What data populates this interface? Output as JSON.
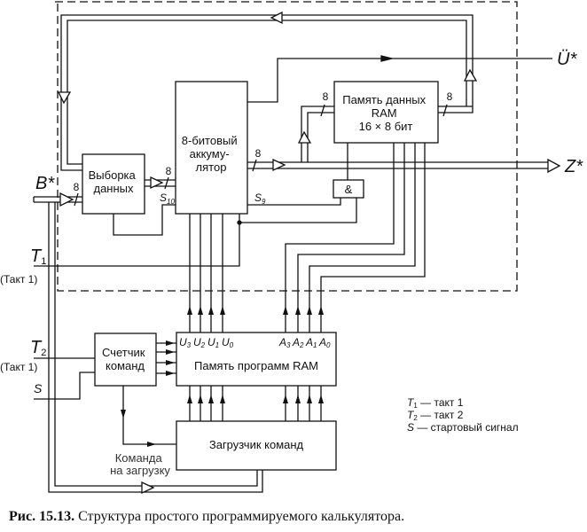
{
  "blocks": {
    "data_select": [
      "Выборка",
      "данных"
    ],
    "accumulator": [
      "8-битовый",
      "аккуму-",
      "лятор"
    ],
    "data_ram": [
      "Память данных",
      "RAM",
      "16 × 8 бит"
    ],
    "and_gate": "&",
    "counter": [
      "Счетчик",
      "команд"
    ],
    "program_ram": "Память программ RAM",
    "loader": "Загрузчик команд",
    "load_command": [
      "Команда",
      "на загрузку"
    ]
  },
  "signals": {
    "input_b": "B*",
    "output_u": "Ü*",
    "output_z": "Z*",
    "t1": "T",
    "t1_sub": "1",
    "t1_note": "(Такт 1)",
    "t2": "T",
    "t2_sub": "2",
    "t2_note": "(Такт 1)",
    "s": "S",
    "s9": "S",
    "s9_sub": "9",
    "s10": "S",
    "s10_sub": "10",
    "bus_width": "8"
  },
  "program_ram_pins": {
    "u": [
      {
        "n": "U",
        "s": "3"
      },
      {
        "n": "U",
        "s": "2"
      },
      {
        "n": "U",
        "s": "1"
      },
      {
        "n": "U",
        "s": "0"
      }
    ],
    "a": [
      {
        "n": "A",
        "s": "3"
      },
      {
        "n": "A",
        "s": "2"
      },
      {
        "n": "A",
        "s": "1"
      },
      {
        "n": "A",
        "s": "0"
      }
    ]
  },
  "legend": [
    {
      "sym": "T",
      "sub": "1",
      "text": " — такт 1"
    },
    {
      "sym": "T",
      "sub": "2",
      "text": " — такт 2"
    },
    {
      "sym": "S",
      "sub": "",
      "text": " — стартовый сигнал"
    }
  ],
  "caption": {
    "label": "Рис. 15.13.",
    "text": " Структура простого программируемого калькулятора."
  }
}
